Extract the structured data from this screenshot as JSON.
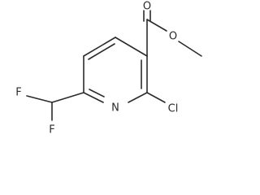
{
  "molecule": {
    "atoms": {
      "c6": {
        "element": "C",
        "label": ""
      },
      "c5": {
        "element": "C",
        "label": ""
      },
      "c4": {
        "element": "C",
        "label": ""
      },
      "c3": {
        "element": "C",
        "label": ""
      },
      "c2": {
        "element": "C",
        "label": ""
      },
      "n1": {
        "element": "N",
        "label": "N"
      },
      "cl": {
        "element": "Cl",
        "label": "Cl"
      },
      "c_carbonyl": {
        "element": "C",
        "label": ""
      },
      "o_carbonyl": {
        "element": "O",
        "label": "O"
      },
      "o_ester": {
        "element": "O",
        "label": "O"
      },
      "c_methyl": {
        "element": "C",
        "label": ""
      },
      "c_chf2": {
        "element": "C",
        "label": ""
      },
      "f_upper": {
        "element": "F",
        "label": "F"
      },
      "f_lower": {
        "element": "F",
        "label": "F"
      }
    },
    "bonds": [
      {
        "id": "n1-c2",
        "order": 1
      },
      {
        "id": "c2-c3",
        "order": 2
      },
      {
        "id": "c3-c4",
        "order": 1
      },
      {
        "id": "c4-c5",
        "order": 2
      },
      {
        "id": "c5-c6",
        "order": 1
      },
      {
        "id": "c6-n1",
        "order": 2
      },
      {
        "id": "c2-cl",
        "order": 1
      },
      {
        "id": "c3-c_carbonyl",
        "order": 1
      },
      {
        "id": "c_carbonyl-o_carbonyl",
        "order": 2
      },
      {
        "id": "c_carbonyl-o_ester",
        "order": 1
      },
      {
        "id": "o_ester-c_methyl",
        "order": 1
      },
      {
        "id": "c6-c_chf2",
        "order": 1
      },
      {
        "id": "c_chf2-f_upper",
        "order": 1
      },
      {
        "id": "c_chf2-f_lower",
        "order": 1
      }
    ]
  }
}
